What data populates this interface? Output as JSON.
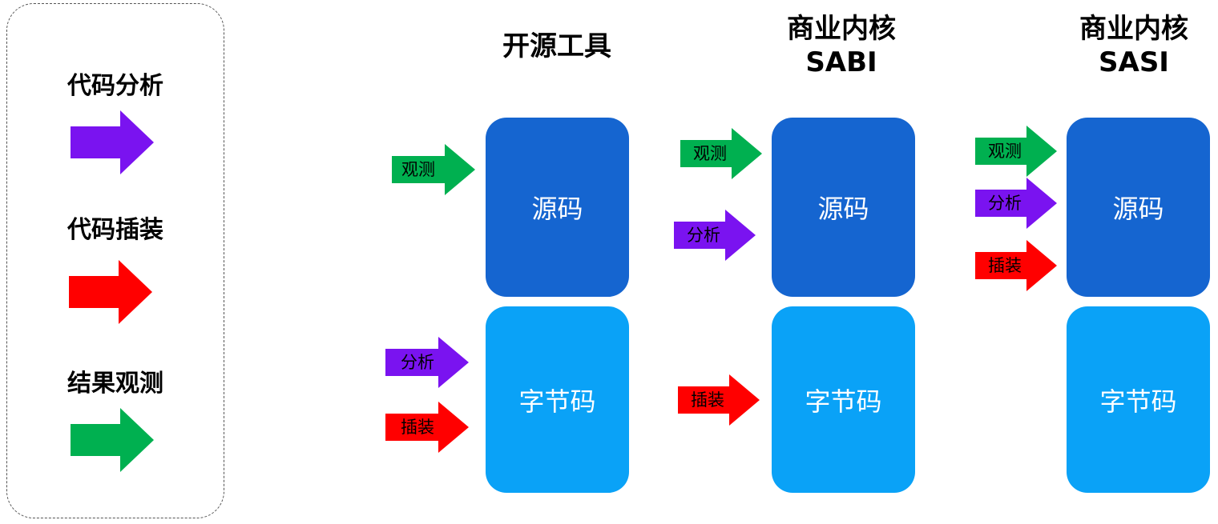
{
  "colors": {
    "analysis": "#7a13f0",
    "instrument": "#ff0000",
    "observe": "#00b050",
    "source_box": "#1565d0",
    "bytecode_box": "#0aa2f7"
  },
  "legend": {
    "analysis_label": "代码分析",
    "instrument_label": "代码插装",
    "observe_label": "结果观测"
  },
  "columns": [
    {
      "title_line1": "开源工具",
      "title_line2": "",
      "source_label": "源码",
      "bytecode_label": "字节码",
      "source_arrows": [
        "观测"
      ],
      "bytecode_arrows": [
        "分析",
        "插装"
      ]
    },
    {
      "title_line1": "商业内核",
      "title_line2": "SABI",
      "source_label": "源码",
      "bytecode_label": "字节码",
      "source_arrows": [
        "观测",
        "分析"
      ],
      "bytecode_arrows": [
        "插装"
      ]
    },
    {
      "title_line1": "商业内核",
      "title_line2": "SASI",
      "source_label": "源码",
      "bytecode_label": "字节码",
      "source_arrows": [
        "观测",
        "分析",
        "插装"
      ],
      "bytecode_arrows": []
    }
  ]
}
